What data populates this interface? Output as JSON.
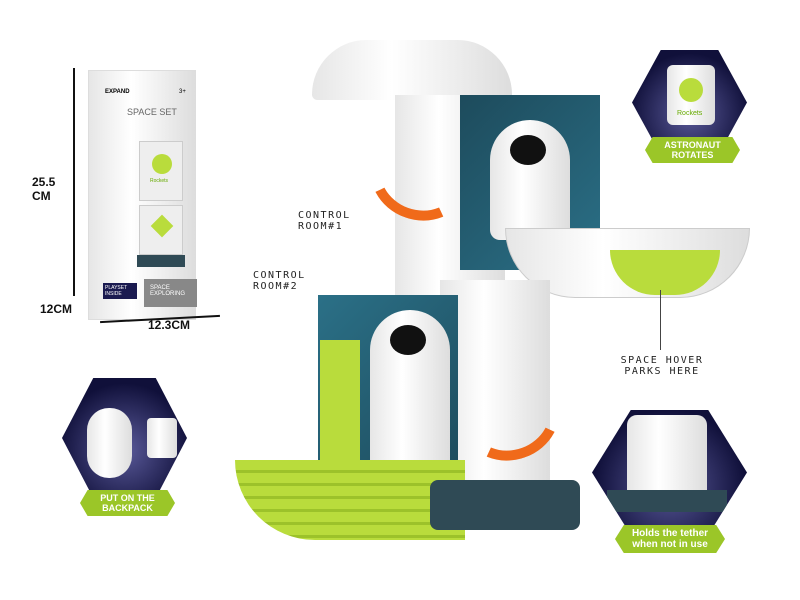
{
  "package": {
    "brand": "EXPAND",
    "age": "3+",
    "title": "SPACE SET",
    "badge": "PLAYSET INSIDE",
    "footer": "SPACE EXPLORING",
    "module_label": "Rockets"
  },
  "dimensions": {
    "height": "25.5 CM",
    "depth": "12CM",
    "width": "12.3CM"
  },
  "callouts": {
    "room1": "CONTROL ROOM#1",
    "room2": "CONTROL ROOM#2",
    "hover": "SPACE HOVER PARKS HERE"
  },
  "features": {
    "rotate": "ASTRONAUT ROTATES",
    "rotate_module": "Rockets",
    "backpack": "PUT ON THE BACKPACK",
    "tether": "Holds the tether when not in use"
  },
  "colors": {
    "accent": "#9bc628",
    "arrow": "#f06a1a",
    "hex_bg": "#10103a"
  }
}
